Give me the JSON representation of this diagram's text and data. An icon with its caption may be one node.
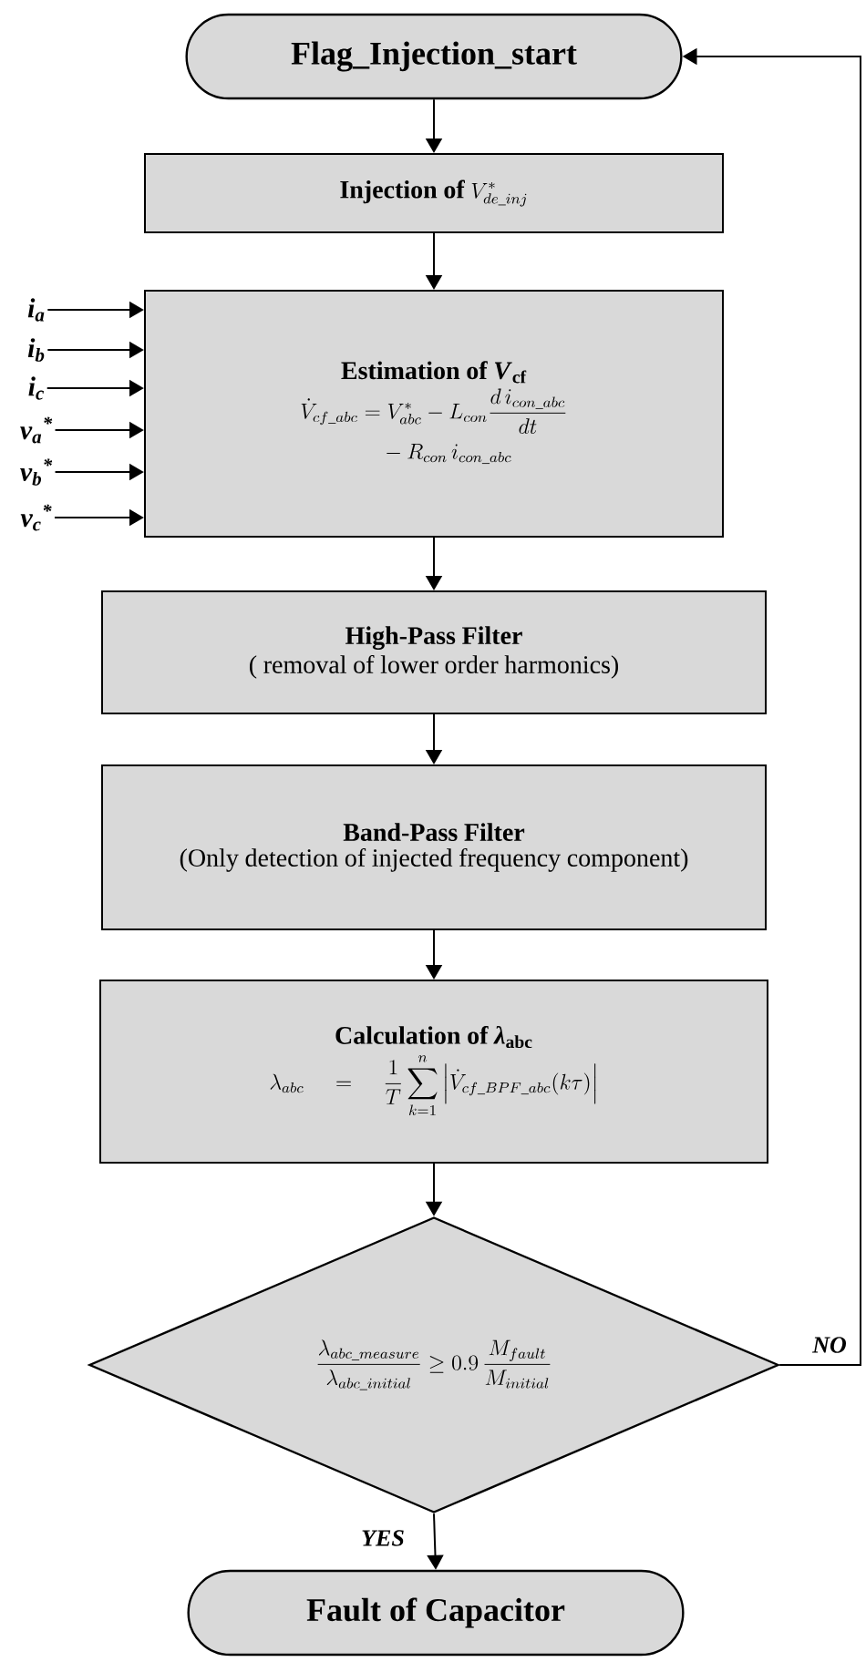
{
  "diagram": {
    "nodes": [
      {
        "text": [
          "Flag_Injection_start"
        ]
      },
      {
        "text": [
          "Injection of",
          "V^{*}_{de\\_inj}"
        ]
      },
      {
        "text": [
          "Estimation of *V*$_{cf}$",
          "\\begin{aligned}\\dot{V}_{cf\\_abc}&=V^{*}_{abc}-L_{con}\\frac{d\\,i_{con\\_abc}}{dt}\\\\&\\quad-R_{con}\\,i_{con\\_abc}\\end{aligned}"
        ]
      },
      {
        "text": [
          "High-Pass Filter",
          "( removal of lower order harmonics)"
        ]
      },
      {
        "text": [
          "Band-Pass Filter",
          "(Only detection of injected frequency component)"
        ]
      },
      {
        "text": [
          "Calculation of *λ*$_{abc}$",
          "\\lambda_{abc}=\\frac{1}{T}\\sum_{k=1}^{n}\\left|\\dot{V}_{cf\\_BPF\\_abc}(k\\tau)\\right|"
        ]
      },
      {
        "text": [
          "\\frac{\\lambda_{abc\\_measure}}{\\lambda_{abc\\_initial}}\\geq 0.9\\,\\frac{M_{fault}}{M_{initial}}"
        ]
      },
      {
        "text": [
          "Fault of Capacitor"
        ]
      },
      {
        "text": [
          "i$_{a}$"
        ]
      },
      {
        "text": [
          "i$_{b}$"
        ]
      },
      {
        "text": [
          "i$_{c}$"
        ]
      },
      {
        "text": [
          "v$_{a}$$^{*}$"
        ]
      },
      {
        "text": [
          "v$_{b}$$^{*}$"
        ]
      },
      {
        "text": [
          "v$_{c}$$^{*}$"
        ]
      }
    ],
    "edges": [
      {
        "from": 0,
        "to": 1,
        "arrow": "to"
      },
      {
        "from": 1,
        "to": 2,
        "arrow": "to"
      },
      {
        "from": 2,
        "to": 3,
        "arrow": "to"
      },
      {
        "from": 3,
        "to": 4,
        "arrow": "to"
      },
      {
        "from": 4,
        "to": 5,
        "arrow": "to"
      },
      {
        "from": 5,
        "to": 6,
        "arrow": "to"
      },
      {
        "from": 6,
        "to": 7,
        "arrow": "to",
        "label": "YES"
      },
      {
        "from": 6,
        "to": 0,
        "arrow": "to",
        "label": "NO"
      },
      {
        "from": 8,
        "to": 2,
        "arrow": "to"
      },
      {
        "from": 9,
        "to": 2,
        "arrow": "to"
      },
      {
        "from": 10,
        "to": 2,
        "arrow": "to"
      },
      {
        "from": 11,
        "to": 2,
        "arrow": "to"
      },
      {
        "from": 12,
        "to": 2,
        "arrow": "to"
      },
      {
        "from": 13,
        "to": 2,
        "arrow": "to"
      }
    ]
  }
}
